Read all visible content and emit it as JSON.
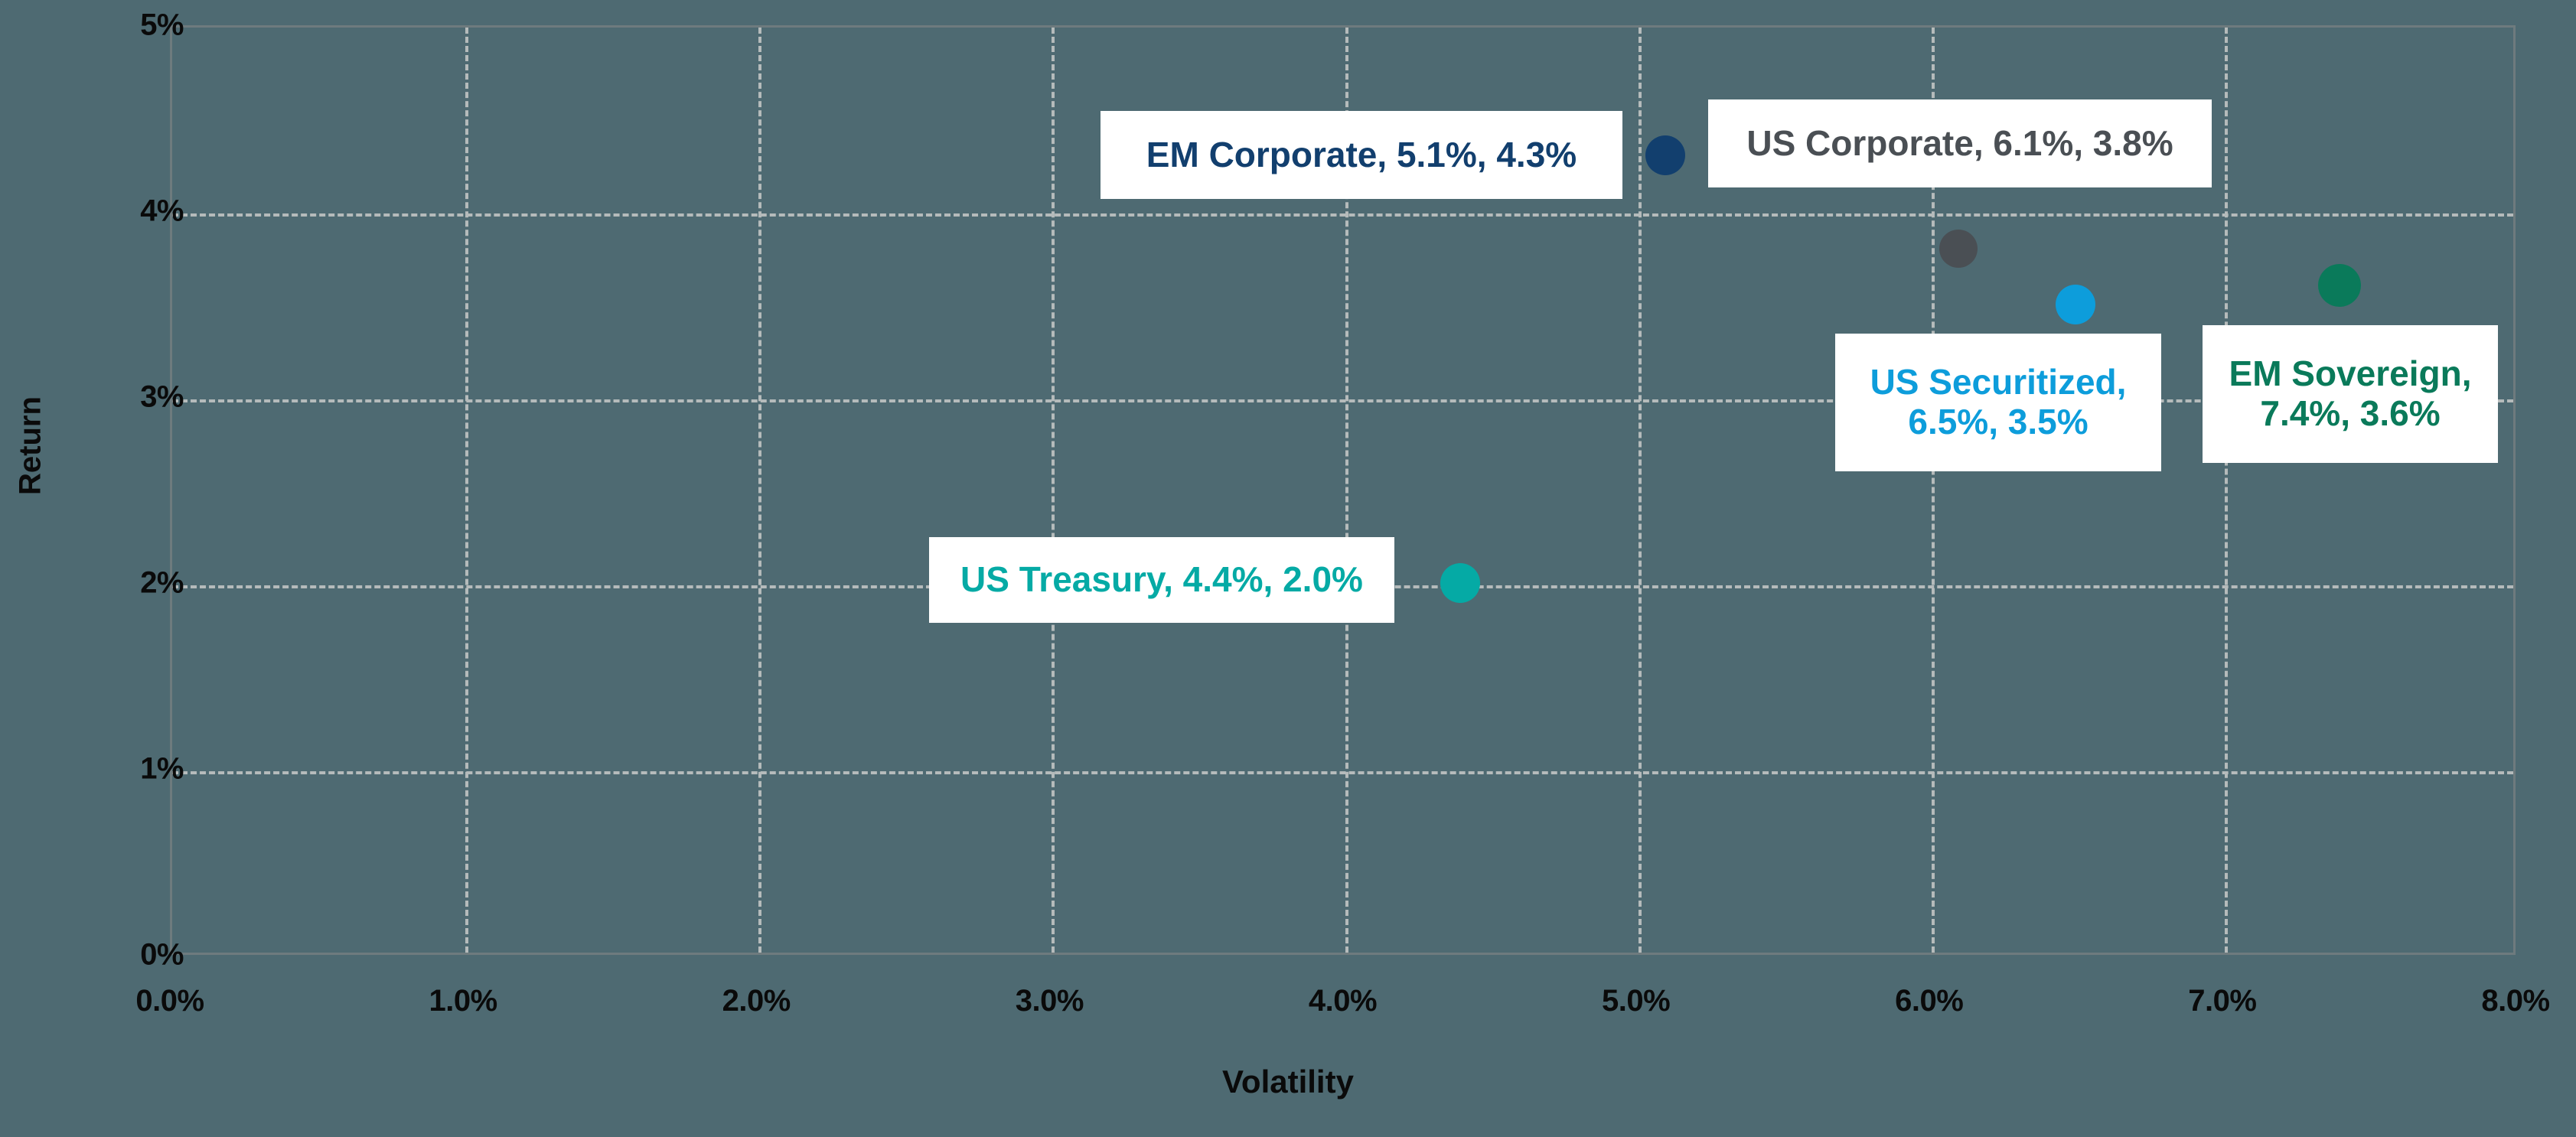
{
  "chart_data": {
    "type": "scatter",
    "title": "",
    "xlabel": "Volatility",
    "ylabel": "Return",
    "xlim": [
      0,
      8
    ],
    "ylim": [
      0,
      5
    ],
    "xticks": [
      "0.0%",
      "1.0%",
      "2.0%",
      "3.0%",
      "4.0%",
      "5.0%",
      "6.0%",
      "7.0%",
      "8.0%"
    ],
    "xtick_values": [
      0,
      1,
      2,
      3,
      4,
      5,
      6,
      7,
      8
    ],
    "yticks": [
      "0%",
      "1%",
      "2%",
      "3%",
      "4%",
      "5%"
    ],
    "ytick_values": [
      0,
      1,
      2,
      3,
      4,
      5
    ],
    "grid": true,
    "legend": "none",
    "points": [
      {
        "name": "EM Corporate",
        "x": 5.1,
        "y": 4.3,
        "label": "EM Corporate, 5.1%, 4.3%",
        "color": "#123f6e"
      },
      {
        "name": "US Corporate",
        "x": 6.1,
        "y": 3.8,
        "label": "US Corporate, 6.1%, 3.8%",
        "color": "#4a4f54"
      },
      {
        "name": "US Securitized",
        "x": 6.5,
        "y": 3.5,
        "label": "US Securitized,\n6.5%, 3.5%",
        "color": "#0d9ddb"
      },
      {
        "name": "EM Sovereign",
        "x": 7.4,
        "y": 3.6,
        "label": "EM Sovereign,\n7.4%, 3.6%",
        "color": "#0a7a5a"
      },
      {
        "name": "US Treasury",
        "x": 4.4,
        "y": 2.0,
        "label": "US Treasury, 4.4%, 2.0%",
        "color": "#05aaa5"
      }
    ]
  },
  "colors": {
    "background": "#4e6a72",
    "gridline": "#b5bbbb",
    "plot_border": "#6e7b7e",
    "axis_text": "#0a0a0a",
    "callout_background": "#ffffff"
  }
}
